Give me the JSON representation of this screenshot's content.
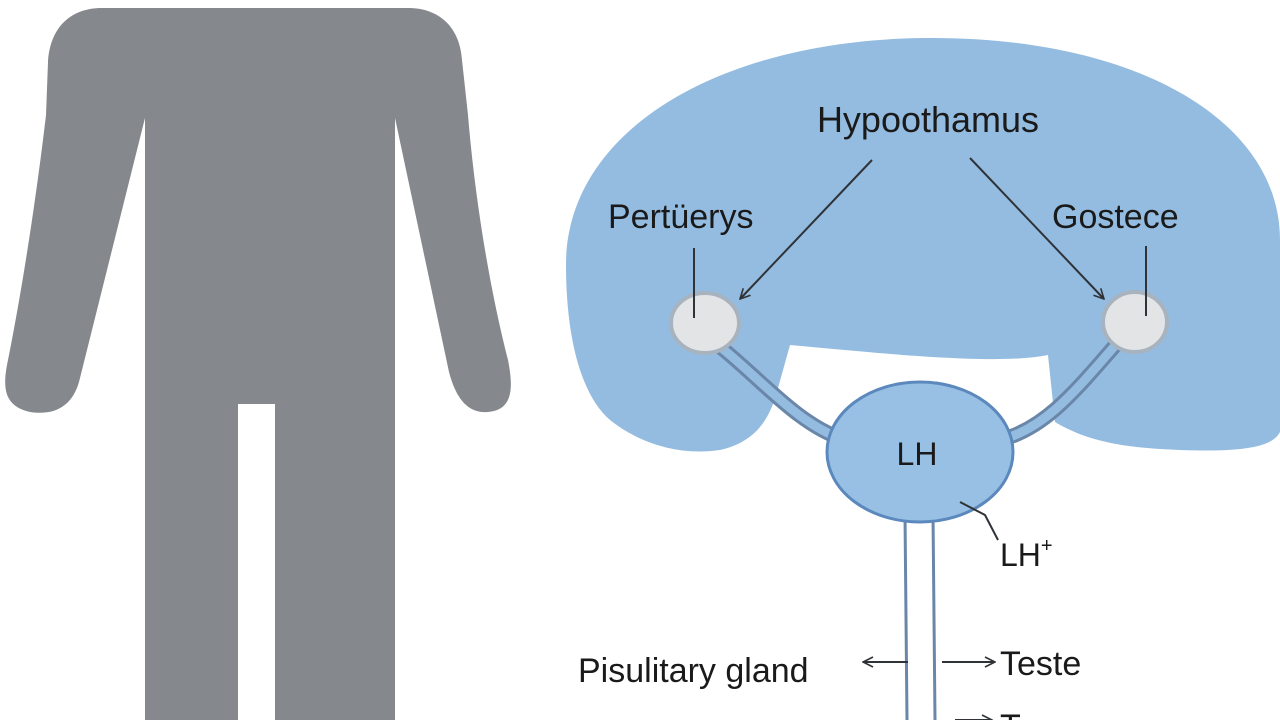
{
  "labels": {
    "hypothalamus": "Hypoothamus",
    "left_gland": "Pertüerys",
    "right_gland": "Gostece",
    "center": "LH",
    "lh_plus": "LH",
    "lh_plus_sup": "+",
    "pituitary": "Pisulitary gland",
    "teste": "Teste",
    "bottom_cut": "T"
  },
  "icons": {
    "person": "human-silhouette-icon"
  },
  "colors": {
    "silhouette": "#85898d",
    "brain_fill": "#94bce0",
    "lh_fill": "#98c0e4",
    "lh_stroke": "#5b88bd",
    "gland_fill": "#e3e4e6",
    "gland_stroke": "#a7b3bf",
    "stalk": "#6a86a8",
    "arrow": "#2f3338"
  }
}
